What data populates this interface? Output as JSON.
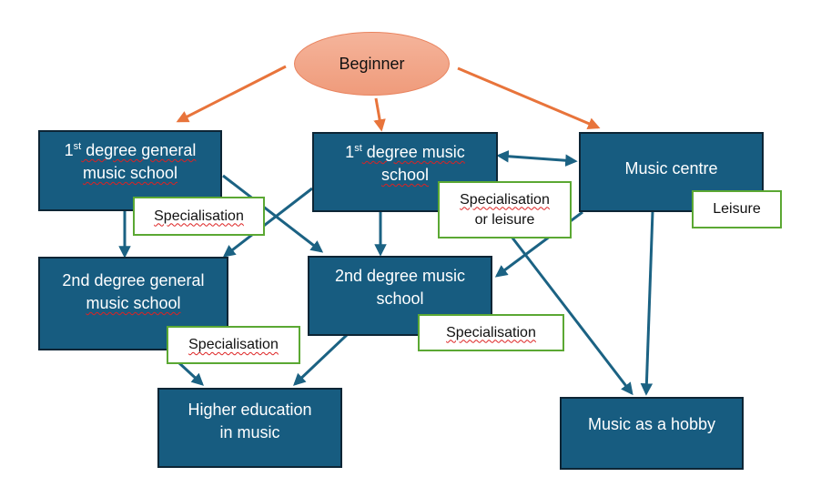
{
  "diagram": {
    "colors": {
      "node_fill": "#175c80",
      "node_text": "#ffffff",
      "start_fill": "#f2a789",
      "orange_arrow": "#e8743b",
      "blue_arrow": "#1b6283",
      "label_border": "#5ba833"
    },
    "start": {
      "label": "Beginner"
    },
    "nodes": {
      "first_general": {
        "line1_prefix": "1",
        "line1_sup": "st",
        "line1_rest": " degree general",
        "line2": "music school"
      },
      "first_music": {
        "line1_prefix": "1",
        "line1_sup": "st",
        "line1_rest": " degree music",
        "line2": "school"
      },
      "music_centre": {
        "label": "Music centre"
      },
      "second_general": {
        "line1": "2nd degree general",
        "line2": "music school"
      },
      "second_music": {
        "line1": "2nd degree music",
        "line2": "school"
      },
      "higher_ed": {
        "line1": "Higher education",
        "line2": "in music"
      },
      "hobby": {
        "label": "Music as a hobby"
      }
    },
    "labels": {
      "spec_first_general": "Specialisation",
      "spec_or_leisure_line1": "Specialisation",
      "spec_or_leisure_line2": "or leisure",
      "leisure": "Leisure",
      "spec_second_general": "Specialisation",
      "spec_second_music": "Specialisation"
    },
    "edges": [
      {
        "from": "Beginner",
        "to": "1st degree general music school",
        "style": "orange"
      },
      {
        "from": "Beginner",
        "to": "1st degree music school",
        "style": "orange"
      },
      {
        "from": "Beginner",
        "to": "Music centre",
        "style": "orange"
      },
      {
        "from": "1st degree music school",
        "to": "Music centre",
        "style": "blue-bidirectional"
      },
      {
        "from": "1st degree general music school",
        "to": "2nd degree general music school",
        "style": "blue"
      },
      {
        "from": "1st degree general music school",
        "to": "2nd degree music school",
        "style": "blue"
      },
      {
        "from": "1st degree music school",
        "to": "2nd degree general music school",
        "style": "blue"
      },
      {
        "from": "1st degree music school",
        "to": "2nd degree music school",
        "style": "blue"
      },
      {
        "from": "1st degree music school",
        "to": "Music as a hobby",
        "style": "blue"
      },
      {
        "from": "Music centre",
        "to": "2nd degree music school",
        "style": "blue"
      },
      {
        "from": "Music centre",
        "to": "Music as a hobby",
        "style": "blue"
      },
      {
        "from": "2nd degree general music school",
        "to": "Higher education in music",
        "style": "blue"
      },
      {
        "from": "2nd degree music school",
        "to": "Higher education in music",
        "style": "blue"
      }
    ]
  }
}
